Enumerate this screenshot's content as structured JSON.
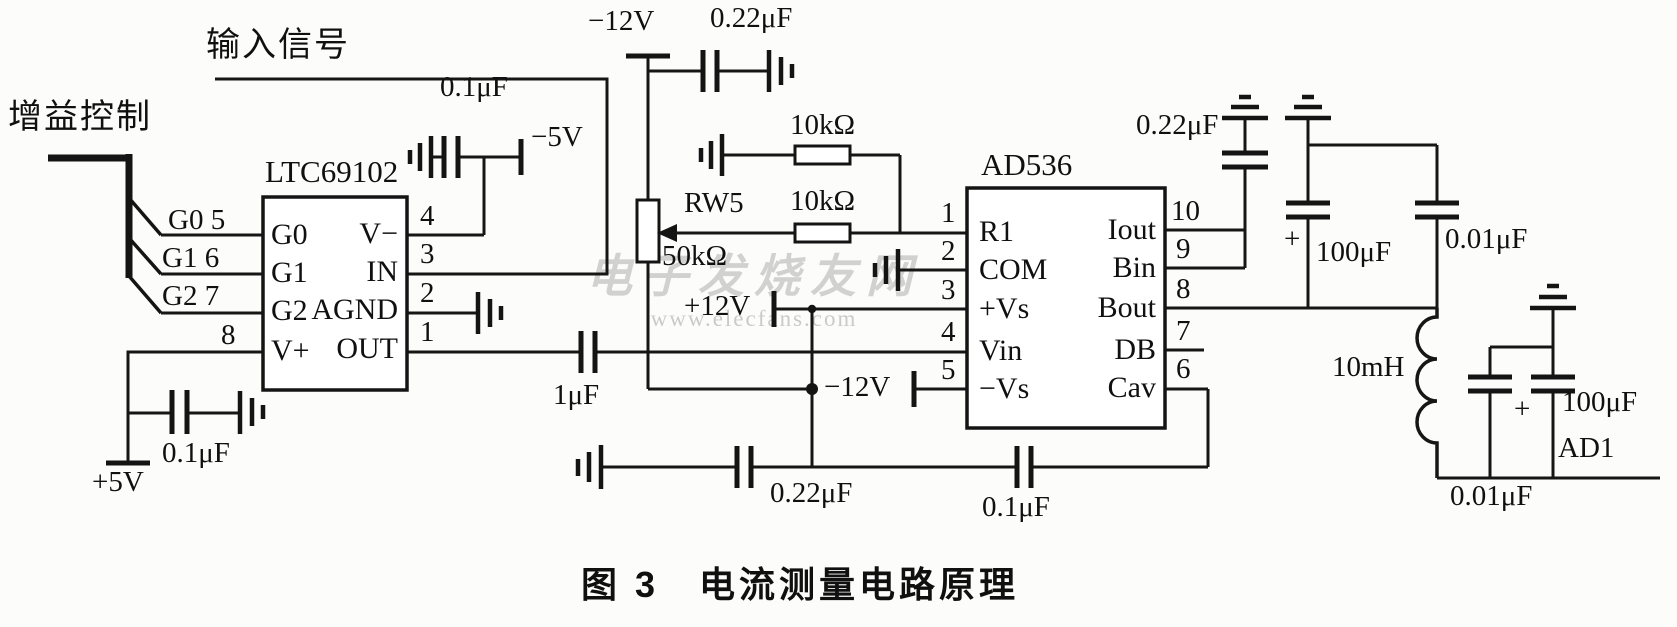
{
  "texts": {
    "gain_control": "增益控制",
    "input_signal": "输入信号",
    "caption": "图 3　电流测量电路原理"
  },
  "watermark": {
    "brand": "电子发烧友网",
    "site": "www.elecfans.com"
  },
  "supplies": {
    "p5v": "+5V",
    "n5v": "−5V",
    "p12v": "+12V",
    "n12v_top": "−12V",
    "n12v_mid": "−12V"
  },
  "ltc": {
    "name": "LTC69102",
    "pins_left": [
      {
        "num": "5",
        "ext": "G0",
        "inner": "G0"
      },
      {
        "num": "6",
        "ext": "G1",
        "inner": "G1"
      },
      {
        "num": "7",
        "ext": "G2",
        "inner": "G2"
      },
      {
        "num": "8",
        "ext": "",
        "inner": "V+"
      }
    ],
    "pins_right": [
      {
        "num": "4",
        "inner": "V−"
      },
      {
        "num": "3",
        "inner": "IN"
      },
      {
        "num": "2",
        "inner": "AGND"
      },
      {
        "num": "1",
        "inner": "OUT"
      }
    ]
  },
  "ad536": {
    "name": "AD536",
    "pins_left": [
      {
        "num": "1",
        "inner": "R1"
      },
      {
        "num": "2",
        "inner": "COM"
      },
      {
        "num": "3",
        "inner": "+Vs"
      },
      {
        "num": "4",
        "inner": "Vin"
      },
      {
        "num": "5",
        "inner": "−Vs"
      }
    ],
    "pins_right": [
      {
        "num": "10",
        "inner": "Iout"
      },
      {
        "num": "9",
        "inner": "Bin"
      },
      {
        "num": "8",
        "inner": "Bout"
      },
      {
        "num": "7",
        "inner": "DB"
      },
      {
        "num": "6",
        "inner": "Cav"
      }
    ]
  },
  "components": {
    "c_ltc_vminus": "0.1μF",
    "c_vplus": "0.1μF",
    "c_out": "1μF",
    "c_n12": "0.22μF",
    "r_fb": "10kΩ",
    "r_wiper": "10kΩ",
    "pot_name": "RW5",
    "pot_value": "50kΩ",
    "c_gnd_mid": "0.22μF",
    "c_cav": "0.1μF",
    "c_iout": "0.22μF",
    "c_filt_elec": "100μF",
    "c_filt_cer": "0.01μF",
    "inductor": "10mH",
    "c_out_cer": "0.01μF",
    "c_out_elec": "100μF",
    "out_tag": "AD1",
    "plus_sign": "+"
  }
}
